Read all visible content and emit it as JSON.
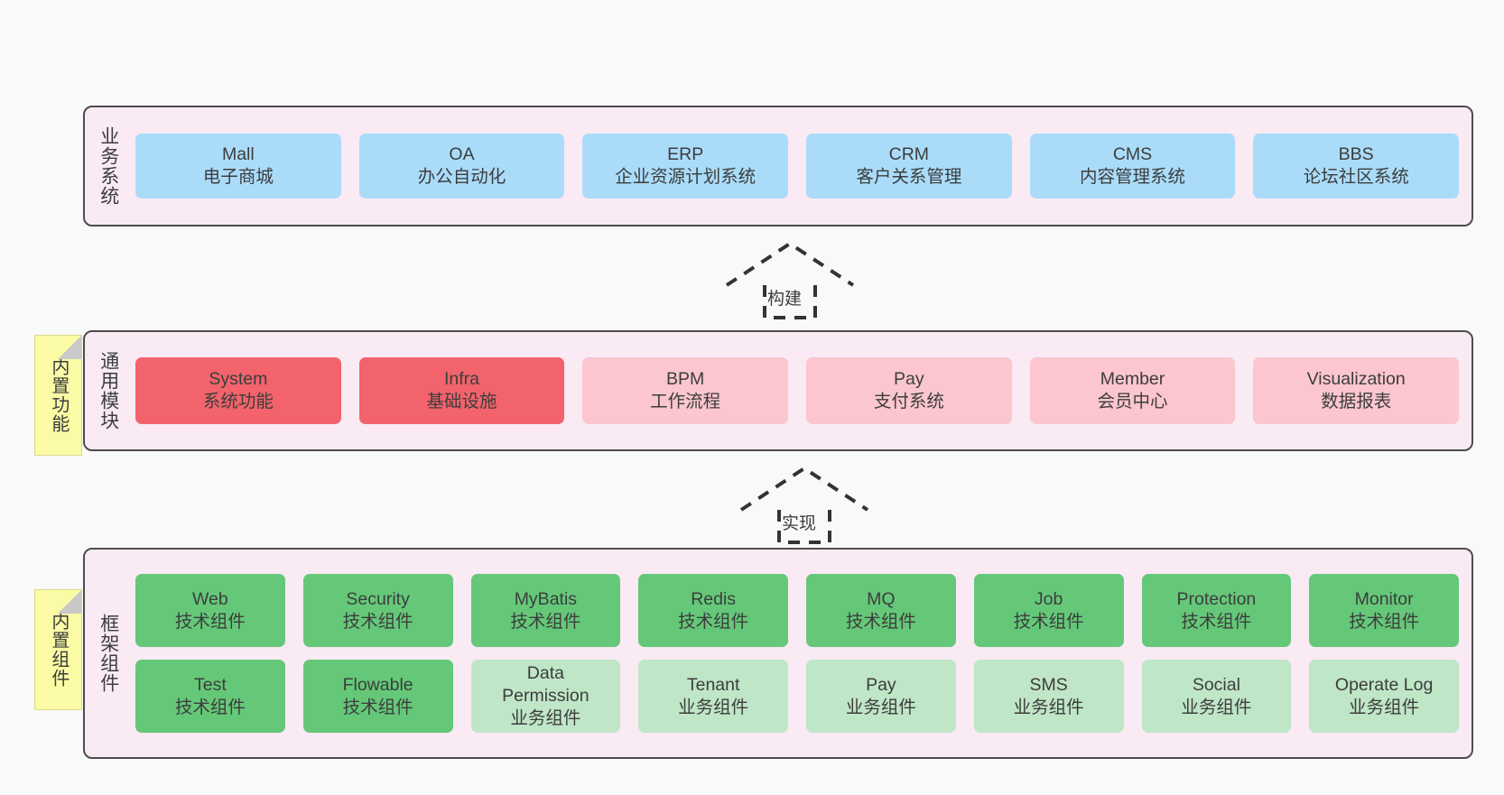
{
  "palette": {
    "background": "#f9f9f9",
    "layer_fill": "#f9eaf4",
    "layer_border": "#4d4d4d",
    "business_node": "#aadcfa",
    "module_builtin": "#f2636b",
    "module_optional": "#fbc6ce",
    "component_tech": "#64c878",
    "component_business": "#bfe6c6",
    "note_fill": "#fbfba5",
    "arrow_stroke": "#333333"
  },
  "layers": [
    {
      "id": "business-system",
      "title": "业务系统",
      "rows": [
        [
          {
            "title": "Mall",
            "sub": "电子商城",
            "color": "c-blue"
          },
          {
            "title": "OA",
            "sub": "办公自动化",
            "color": "c-blue"
          },
          {
            "title": "ERP",
            "sub": "企业资源计划系统",
            "color": "c-blue"
          },
          {
            "title": "CRM",
            "sub": "客户关系管理",
            "color": "c-blue"
          },
          {
            "title": "CMS",
            "sub": "内容管理系统",
            "color": "c-blue"
          },
          {
            "title": "BBS",
            "sub": "论坛社区系统",
            "color": "c-blue"
          }
        ]
      ]
    },
    {
      "id": "common-module",
      "title": "通用模块",
      "note": "内置功能",
      "rows": [
        [
          {
            "title": "System",
            "sub": "系统功能",
            "color": "c-red"
          },
          {
            "title": "Infra",
            "sub": "基础设施",
            "color": "c-red"
          },
          {
            "title": "BPM",
            "sub": "工作流程",
            "color": "c-pink"
          },
          {
            "title": "Pay",
            "sub": "支付系统",
            "color": "c-pink"
          },
          {
            "title": "Member",
            "sub": "会员中心",
            "color": "c-pink"
          },
          {
            "title": "Visualization",
            "sub": "数据报表",
            "color": "c-pink"
          }
        ]
      ]
    },
    {
      "id": "framework-component",
      "title": "框架组件",
      "note": "内置组件",
      "rows": [
        [
          {
            "title": "Web",
            "sub": "技术组件",
            "color": "c-green"
          },
          {
            "title": "Security",
            "sub": "技术组件",
            "color": "c-green"
          },
          {
            "title": "MyBatis",
            "sub": "技术组件",
            "color": "c-green"
          },
          {
            "title": "Redis",
            "sub": "技术组件",
            "color": "c-green"
          },
          {
            "title": "MQ",
            "sub": "技术组件",
            "color": "c-green"
          },
          {
            "title": "Job",
            "sub": "技术组件",
            "color": "c-green"
          },
          {
            "title": "Protection",
            "sub": "技术组件",
            "color": "c-green"
          },
          {
            "title": "Monitor",
            "sub": "技术组件",
            "color": "c-green"
          }
        ],
        [
          {
            "title": "Test",
            "sub": "技术组件",
            "color": "c-green"
          },
          {
            "title": "Flowable",
            "sub": "技术组件",
            "color": "c-green"
          },
          {
            "title": "Data Permission",
            "sub": "业务组件",
            "color": "c-lightgreen"
          },
          {
            "title": "Tenant",
            "sub": "业务组件",
            "color": "c-lightgreen"
          },
          {
            "title": "Pay",
            "sub": "业务组件",
            "color": "c-lightgreen"
          },
          {
            "title": "SMS",
            "sub": "业务组件",
            "color": "c-lightgreen"
          },
          {
            "title": "Social",
            "sub": "业务组件",
            "color": "c-lightgreen"
          },
          {
            "title": "Operate Log",
            "sub": "业务组件",
            "color": "c-lightgreen"
          }
        ]
      ]
    }
  ],
  "arrows": [
    {
      "id": "build",
      "label": "构建"
    },
    {
      "id": "implement",
      "label": "实现"
    }
  ]
}
